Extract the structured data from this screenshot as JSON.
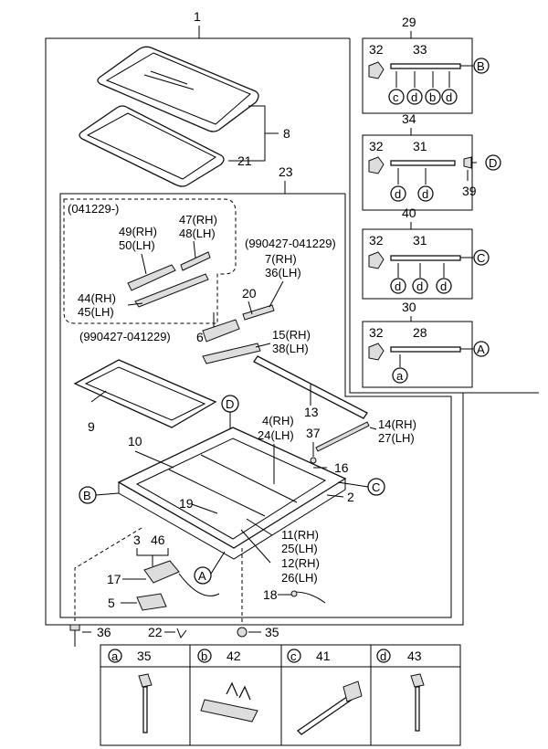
{
  "callouts": {
    "assembly": "1",
    "p8": "8",
    "p21": "21",
    "p23": "23",
    "p9": "9",
    "p13": "13",
    "p10": "10",
    "p16": "16",
    "p37": "37",
    "p2": "2",
    "p19": "19",
    "p3": "3",
    "p46": "46",
    "p17": "17",
    "p5": "5",
    "p18": "18",
    "p20": "20",
    "p6": "6",
    "p36": "36",
    "p22": "22",
    "p35": "35"
  },
  "labels": {
    "date_range_a": "(041229-)",
    "date_range_b": "(990427-041229)",
    "date_range_c": "(990427-041229)",
    "p49_rh": "49(RH)",
    "p50_lh": "50(LH)",
    "p47_rh": "47(RH)",
    "p48_lh": "48(LH)",
    "p44_rh": "44(RH)",
    "p45_lh": "45(LH)",
    "p7_rh": "7(RH)",
    "p36_lh": "36(LH)",
    "p15_rh": "15(RH)",
    "p38_lh": "38(LH)",
    "p4_rh": "4(RH)",
    "p24_lh": "24(LH)",
    "p14_rh": "14(RH)",
    "p27_lh": "27(LH)",
    "p11_rh": "11(RH)",
    "p25_lh": "25(LH)",
    "p12_rh": "12(RH)",
    "p26_lh": "26(LH)"
  },
  "markers": {
    "A": "A",
    "B": "B",
    "C": "C",
    "D": "D",
    "a": "a",
    "b": "b",
    "c": "c",
    "d": "d"
  },
  "harnesses": [
    {
      "group": "29",
      "clip": "32",
      "hose": "33",
      "end": "B",
      "taps": [
        "c",
        "d",
        "b",
        "d"
      ]
    },
    {
      "group": "34",
      "clip": "32",
      "hose": "31",
      "end": "D",
      "extra": "39",
      "taps": [
        "d",
        "d"
      ]
    },
    {
      "group": "40",
      "clip": "32",
      "hose": "31",
      "end": "C",
      "taps": [
        "d",
        "d",
        "d"
      ]
    },
    {
      "group": "30",
      "clip": "32",
      "hose": "28",
      "end": "A",
      "taps": [
        "a"
      ]
    }
  ],
  "legend": [
    {
      "key": "a",
      "part": "35"
    },
    {
      "key": "b",
      "part": "42"
    },
    {
      "key": "c",
      "part": "41"
    },
    {
      "key": "d",
      "part": "43"
    }
  ]
}
